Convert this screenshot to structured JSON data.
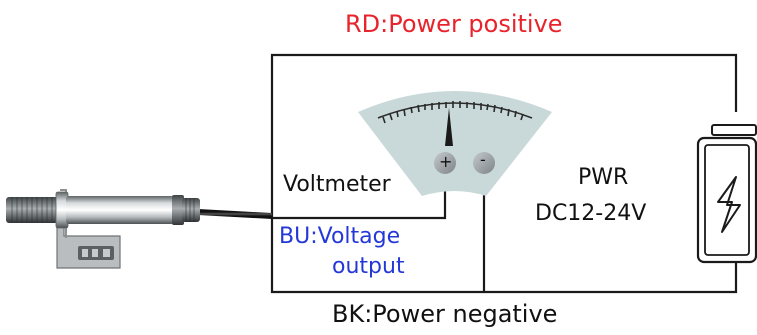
{
  "labels": {
    "power_positive": "RD:Power positive",
    "voltmeter": "Voltmeter",
    "voltage_output_line1": "BU:Voltage",
    "voltage_output_line2": "output",
    "pwr": "PWR",
    "pwr_range": "DC12-24V",
    "power_negative": "BK:Power negative",
    "terminal_plus": "+",
    "terminal_minus": "-"
  },
  "colors": {
    "positive_wire_label": "#e8232b",
    "voltage_output_label": "#2438d8",
    "wire": "#1a1a1a",
    "meter_face": "#c9d8d8",
    "terminal": "#9aa0a3"
  },
  "icons": {
    "sensor": "cylindrical-sensor-icon",
    "meter": "analog-voltmeter-icon",
    "battery": "battery-icon",
    "bolt": "lightning-bolt-icon"
  }
}
